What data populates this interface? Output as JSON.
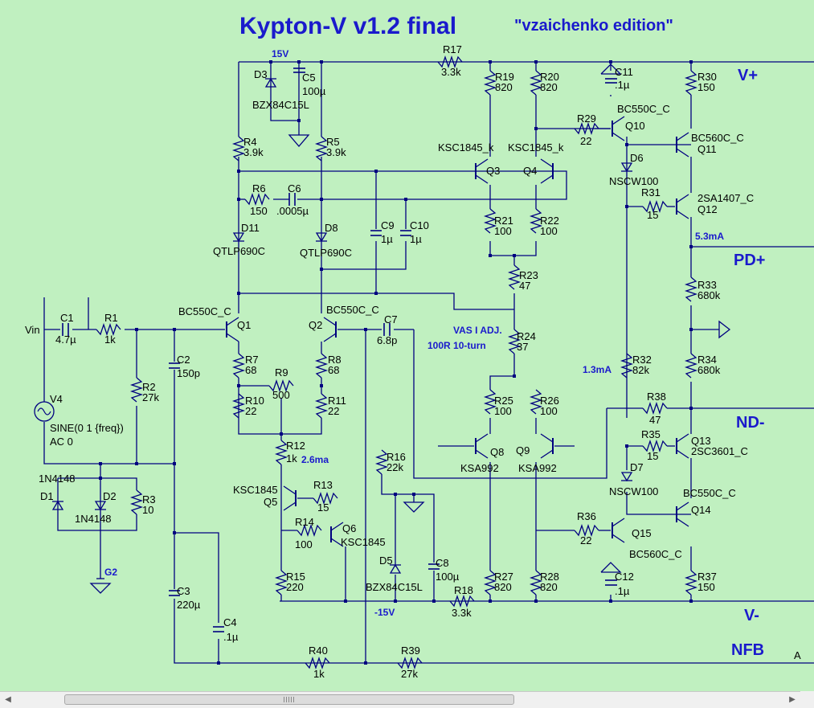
{
  "schematic": {
    "title": "Kypton-V v1.2 final",
    "subtitle": "\"vzaichenko edition\"",
    "ports": {
      "vplus": "V+",
      "pdplus": "PD+",
      "ndminus": "ND-",
      "vminus": "V-",
      "nfb": "NFB",
      "vin": "Vin",
      "g2": "G2",
      "a": "A"
    },
    "notes": {
      "v15": "15V",
      "vm15": "-15V",
      "i53": "5.3mA",
      "i13": "1.3mA",
      "i26": "2.6ma",
      "vas": "VAS I ADJ.",
      "vas_pot": "100R 10-turn"
    },
    "components": {
      "r17": [
        "R17",
        "3.3k"
      ],
      "r18": [
        "R18",
        "3.3k"
      ],
      "r19": [
        "R19",
        "820"
      ],
      "r20": [
        "R20",
        "820"
      ],
      "r4": [
        "R4",
        "3.9k"
      ],
      "r5": [
        "R5",
        "3.9k"
      ],
      "r6": [
        "R6",
        "150"
      ],
      "c6": [
        "C6",
        ".0005µ"
      ],
      "c5": [
        "C5",
        "100µ"
      ],
      "d3": [
        "D3",
        "BZX84C15L"
      ],
      "c11": [
        "C11",
        ".1µ"
      ],
      "r30": [
        "R30",
        "150"
      ],
      "r29": [
        "R29",
        "22"
      ],
      "q10": [
        "Q10",
        "BC550C_C"
      ],
      "q11": [
        "Q11",
        "BC560C_C"
      ],
      "d6": [
        "D6",
        "NSCW100"
      ],
      "r31": [
        "R31",
        "15"
      ],
      "q12": [
        "Q12",
        "2SA1407_C"
      ],
      "q3": [
        "Q3",
        "KSC1845_k"
      ],
      "q4": [
        "Q4",
        "KSC1845_k"
      ],
      "r21": [
        "R21",
        "100"
      ],
      "r22": [
        "R22",
        "100"
      ],
      "d11": [
        "D11",
        "QTLP690C"
      ],
      "d8": [
        "D8",
        "QTLP690C"
      ],
      "c9": [
        "C9",
        "1µ"
      ],
      "c10": [
        "C10",
        "1µ"
      ],
      "r23": [
        "R23",
        "47"
      ],
      "r24": [
        "R24",
        "37"
      ],
      "r33": [
        "R33",
        "680k"
      ],
      "r34": [
        "R34",
        "680k"
      ],
      "q1": [
        "Q1",
        "BC550C_C"
      ],
      "q2": [
        "Q2",
        "BC550C_C"
      ],
      "c7": [
        "C7",
        "6.8p"
      ],
      "c1": [
        "C1",
        "4.7µ"
      ],
      "r1": [
        "R1",
        "1k"
      ],
      "c2": [
        "C2",
        "150p"
      ],
      "r7": [
        "R7",
        "68"
      ],
      "r8": [
        "R8",
        "68"
      ],
      "r9": [
        "R9",
        "500"
      ],
      "r10": [
        "R10",
        "22"
      ],
      "r11": [
        "R11",
        "22"
      ],
      "r2": [
        "R2",
        "27k"
      ],
      "v4": [
        "V4",
        "SINE(0 1 {freq})",
        "AC 0"
      ],
      "r32": [
        "R32",
        "82k"
      ],
      "r38": [
        "R38",
        "47"
      ],
      "r25": [
        "R25",
        "100"
      ],
      "r26": [
        "R26",
        "100"
      ],
      "q8": [
        "Q8",
        "KSA992"
      ],
      "q9": [
        "Q9",
        "KSA992"
      ],
      "r35": [
        "R35",
        "15"
      ],
      "q13": [
        "Q13",
        "2SC3601_C"
      ],
      "d7": [
        "D7",
        "NSCW100"
      ],
      "q14": [
        "Q14",
        "BC550C_C"
      ],
      "r12": [
        "R12",
        "1k"
      ],
      "r16": [
        "R16",
        "22k"
      ],
      "d1": [
        "D1",
        "1N4148"
      ],
      "d2": [
        "D2",
        "1N4148"
      ],
      "r3": [
        "R3",
        "10"
      ],
      "q5": [
        "Q5",
        "KSC1845"
      ],
      "r13": [
        "R13",
        "15"
      ],
      "r14": [
        "R14",
        "100"
      ],
      "q6": [
        "Q6",
        "KSC1845"
      ],
      "r36": [
        "R36",
        "22"
      ],
      "q15": [
        "Q15",
        "BC560C_C"
      ],
      "r15": [
        "R15",
        "220"
      ],
      "d5": [
        "D5",
        "BZX84C15L"
      ],
      "c8": [
        "C8",
        "100µ"
      ],
      "r27": [
        "R27",
        "820"
      ],
      "r28": [
        "R28",
        "820"
      ],
      "c12": [
        "C12",
        ".1µ"
      ],
      "r37": [
        "R37",
        "150"
      ],
      "c3": [
        "C3",
        "220µ"
      ],
      "c4": [
        "C4",
        ".1µ"
      ],
      "r40": [
        "R40",
        "1k"
      ],
      "r39": [
        "R39",
        "27k"
      ]
    }
  },
  "scrollbar": {
    "left_arrow": "◀",
    "right_arrow": "▶"
  }
}
